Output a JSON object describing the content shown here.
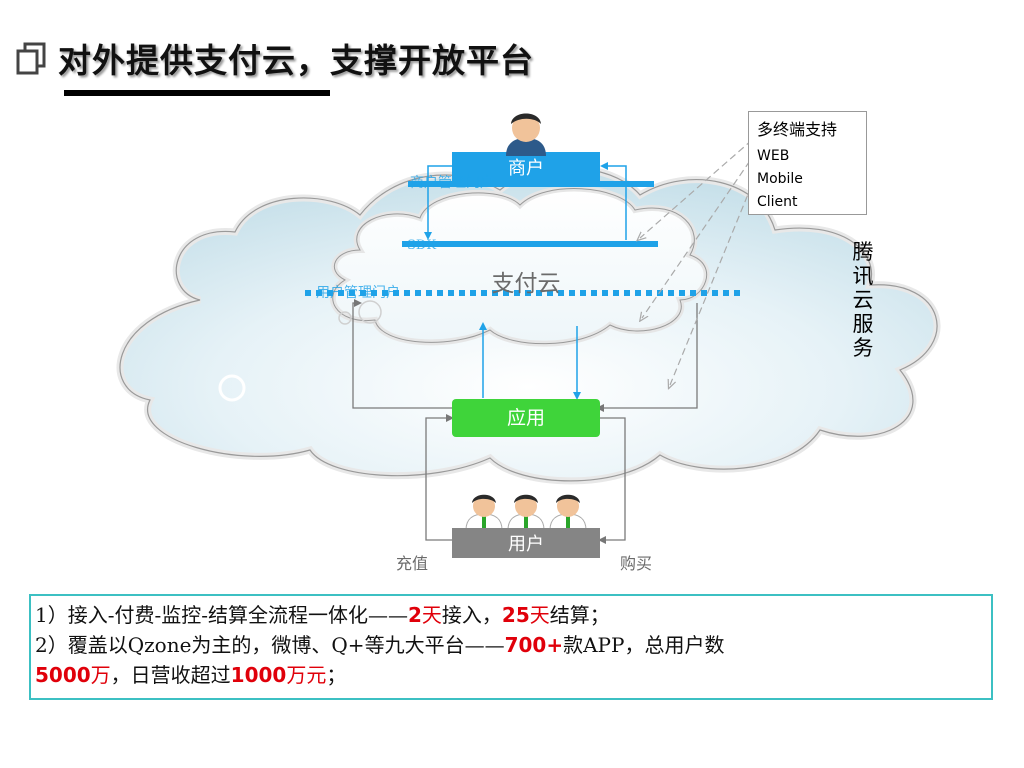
{
  "title": "对外提供支付云，支撑开放平台",
  "diagram": {
    "merchant_label": "商户",
    "merchant_portal_label": "商户管理门户",
    "sdk_label": "SDK",
    "user_portal_label": "用户管理门户",
    "pay_cloud_label": "支付云",
    "app_label": "应用",
    "user_label": "用户",
    "recharge_label": "充值",
    "purchase_label": "购买",
    "tencent_cloud_label": "腾讯云服务",
    "terminals": {
      "heading": "多终端支持",
      "items": [
        "WEB",
        "Mobile",
        "Client"
      ]
    }
  },
  "summary": {
    "line1_a": "1）接入-付费-监控-结算全流程一体化——",
    "line1_b": "2",
    "line1_c": "天",
    "line1_d": "接入，",
    "line1_e": "25",
    "line1_f": "天",
    "line1_g": "结算；",
    "line2_a": "2）覆盖以Qzone为主的，微博、Q+等九大平台——",
    "line2_b": "700+",
    "line2_c": "款APP，总用户数",
    "line3_a": "5000",
    "line3_b": "万",
    "line3_c": "，日营收超过",
    "line3_d": "1000",
    "line3_e": "万元",
    "line3_f": "；"
  },
  "colors": {
    "blue": "#1fa2e8",
    "green": "#3fd43a",
    "gray_box": "#858585",
    "red": "#e0000a",
    "teal_border": "#3cc0c3"
  }
}
